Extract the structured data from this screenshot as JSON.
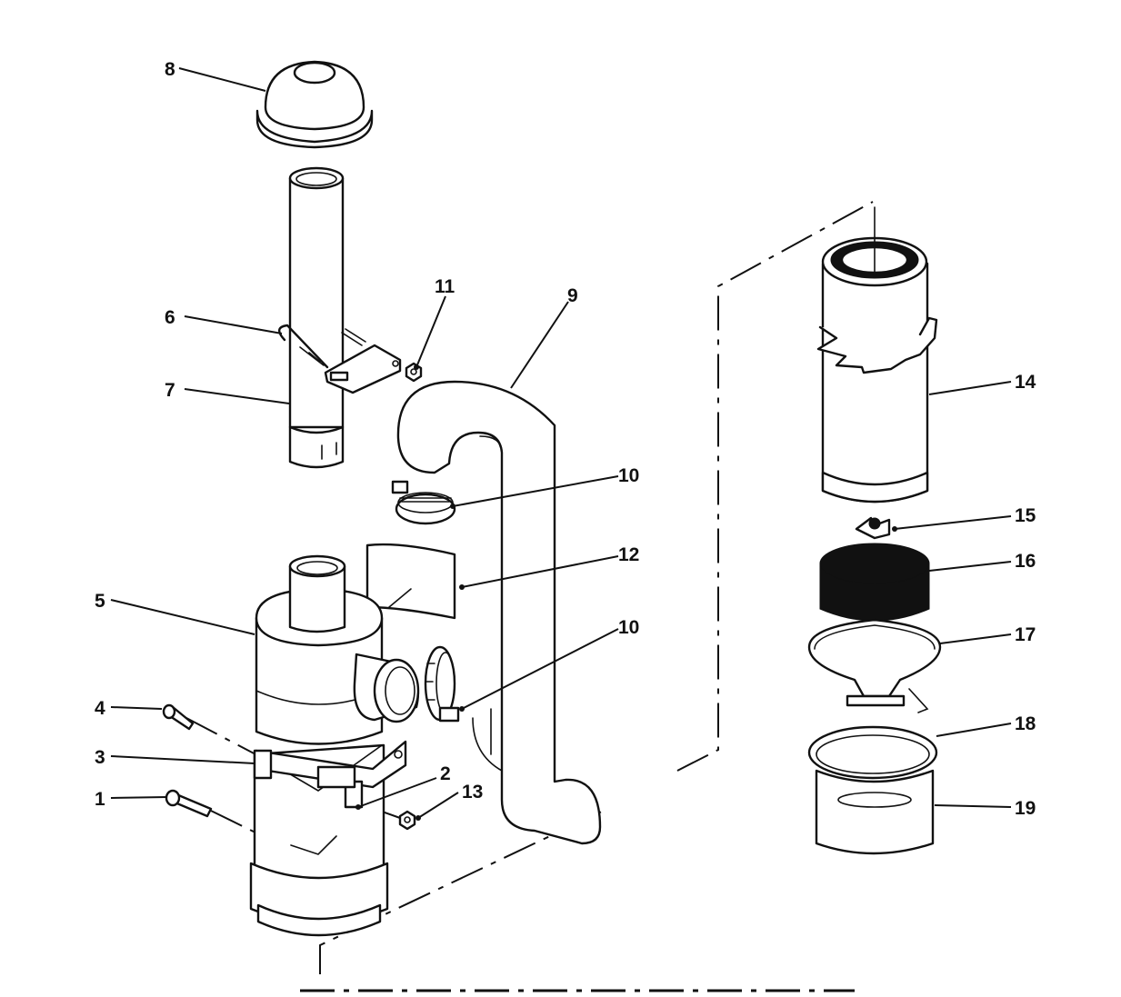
{
  "colors": {
    "line": "#111111",
    "paper": "#ffffff"
  },
  "callouts": [
    {
      "id": "1",
      "label": "1"
    },
    {
      "id": "2",
      "label": "2"
    },
    {
      "id": "3",
      "label": "3"
    },
    {
      "id": "4",
      "label": "4"
    },
    {
      "id": "5",
      "label": "5"
    },
    {
      "id": "6",
      "label": "6"
    },
    {
      "id": "7",
      "label": "7"
    },
    {
      "id": "8",
      "label": "8"
    },
    {
      "id": "9",
      "label": "9"
    },
    {
      "id": "10a",
      "label": "10"
    },
    {
      "id": "10b",
      "label": "10"
    },
    {
      "id": "11",
      "label": "11"
    },
    {
      "id": "12",
      "label": "12"
    },
    {
      "id": "13",
      "label": "13"
    },
    {
      "id": "14",
      "label": "14"
    },
    {
      "id": "15",
      "label": "15"
    },
    {
      "id": "16",
      "label": "16"
    },
    {
      "id": "17",
      "label": "17"
    },
    {
      "id": "18",
      "label": "18"
    },
    {
      "id": "19",
      "label": "19"
    }
  ]
}
